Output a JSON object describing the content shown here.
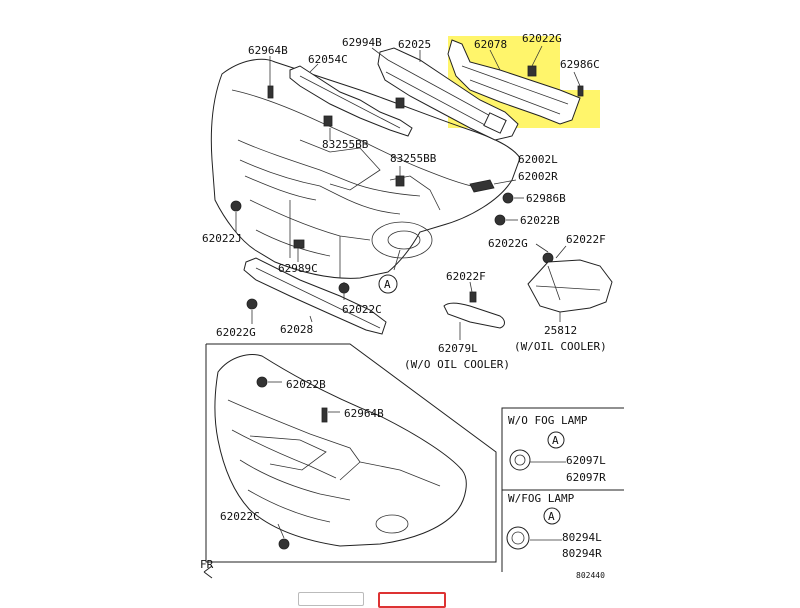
{
  "labels": {
    "p62964B_top": "62964B",
    "p62054C": "62054C",
    "p62994B": "62994B",
    "p62025": "62025",
    "p62078": "62078",
    "p62022G_top": "62022G",
    "p62986C": "62986C",
    "p83255BB_a": "83255BB",
    "p83255BB_b": "83255BB",
    "p62002L": "62002L",
    "p62002R": "62002R",
    "p62986B": "62986B",
    "p62022B_right": "62022B",
    "p62022J": "62022J",
    "p62022G_mid": "62022G",
    "p62022F_right": "62022F",
    "p62989C": "62989C",
    "p62022F_mid": "62022F",
    "p62022C_mid": "62022C",
    "p62022G_left": "62022G",
    "p62028": "62028",
    "p62079L": "62079L",
    "p25812": "25812",
    "note_oil_cooler": "(W/OIL COOLER)",
    "note_no_oil_cooler": "(W/O OIL COOLER)",
    "p62022B_inset": "62022B",
    "p62964B_inset": "62964B",
    "p62022C_inset": "62022C",
    "fog_none_title": "W/O FOG LAMP",
    "p62097L": "62097L",
    "p62097R": "62097R",
    "fog_with_title": "W/FOG LAMP",
    "p80294L": "80294L",
    "p80294R": "80294R",
    "ref_a1": "A",
    "ref_a2": "A",
    "ref_a3": "A",
    "fr": "FR",
    "code": "802440"
  },
  "highlight_color": "#fff56b",
  "bottom_buttons": [
    "",
    ""
  ]
}
